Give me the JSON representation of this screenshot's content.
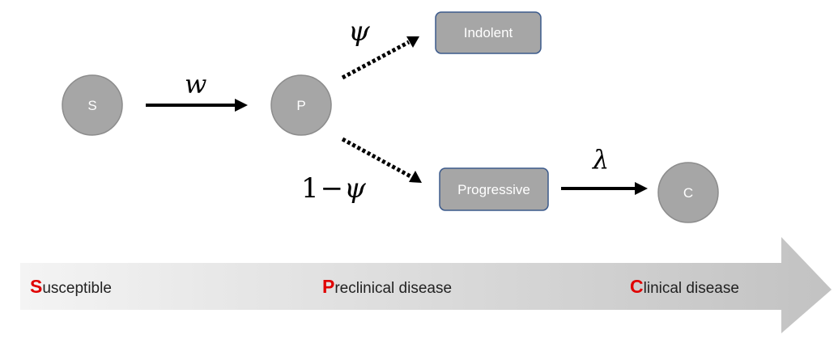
{
  "nodes": {
    "susceptible": "S",
    "preclinical": "P",
    "clinical": "C",
    "indolent": "Indolent",
    "progressive": "Progressive"
  },
  "transitions": {
    "s_to_p": "w",
    "p_to_indolent": "ψ",
    "p_to_progressive_prefix": "1",
    "p_to_progressive_minus": "−",
    "p_to_progressive_symbol": "ψ",
    "progressive_to_c": "λ"
  },
  "timeline": {
    "susceptible": {
      "initial": "S",
      "rest": "usceptible"
    },
    "preclinical": {
      "initial": "P",
      "rest": "reclinical disease"
    },
    "clinical": {
      "initial": "C",
      "rest": "linical disease"
    }
  },
  "colors": {
    "node_fill": "#a6a6a6",
    "node_stroke": "#8c8c8c",
    "box_stroke": "#3b5a8c",
    "accent_initial": "#e00000"
  }
}
